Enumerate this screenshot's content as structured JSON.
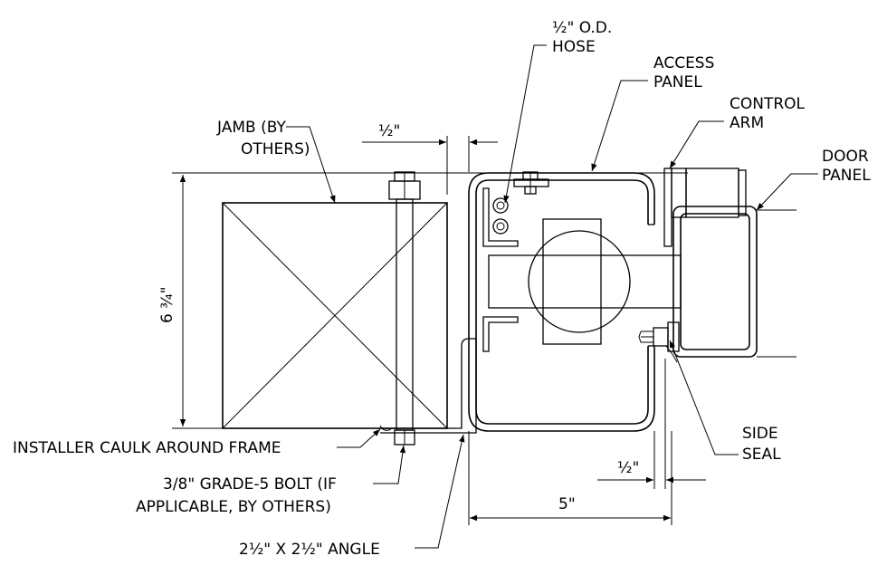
{
  "labels": {
    "hose_line1": "½\" O.D.",
    "hose_line2": "HOSE",
    "access_line1": "ACCESS",
    "access_line2": "PANEL",
    "control_line1": "CONTROL",
    "control_line2": "ARM",
    "door_line1": "DOOR",
    "door_line2": "PANEL",
    "jamb_line1": "JAMB (BY",
    "jamb_line2": "OTHERS)",
    "side_seal_line1": "SIDE",
    "side_seal_line2": "SEAL",
    "caulk": "INSTALLER CAULK AROUND FRAME",
    "bolt_line1": "3/8\" GRADE-5 BOLT (IF",
    "bolt_line2": "APPLICABLE, BY OTHERS)",
    "angle": "2½\" X 2½\" ANGLE"
  },
  "dimensions": {
    "top_gap": "½\"",
    "height": "6 ¾\"",
    "right_gap": "½\"",
    "width": "5\""
  }
}
